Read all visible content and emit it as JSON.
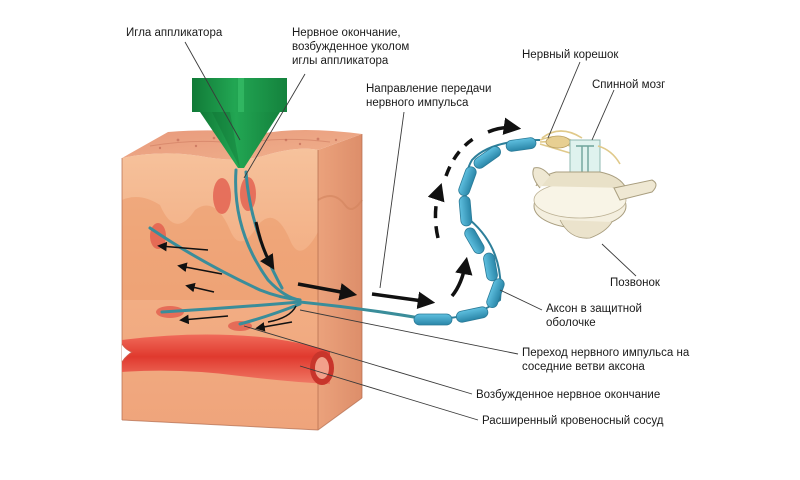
{
  "labels": {
    "needle": "Игла аппликатора",
    "ending_1": "Нервное окончание,",
    "ending_2": "возбужденное уколом",
    "ending_3": "иглы аппликатора",
    "direction_1": "Направление передачи",
    "direction_2": "нервного импульса",
    "root": "Нервный корешок",
    "spinal_cord": "Спинной мозг",
    "vertebra": "Позвонок",
    "axon_1": "Аксон в защитной",
    "axon_2": "оболочке",
    "transition_1": "Переход нервного импульса на",
    "transition_2": "соседние ветви аксона",
    "excited_ending": "Возбужденное нервное окончание",
    "vessel": "Расширенный кровеносный сосуд"
  },
  "colors": {
    "needle": "#1d9a4b",
    "tissue": "#f2b48c",
    "dermis": "#eda06f",
    "vessel": "#e0443a",
    "nerve": "#3a8d9a",
    "axon_sheath": "#3aa2c4",
    "arrow": "#111111"
  }
}
